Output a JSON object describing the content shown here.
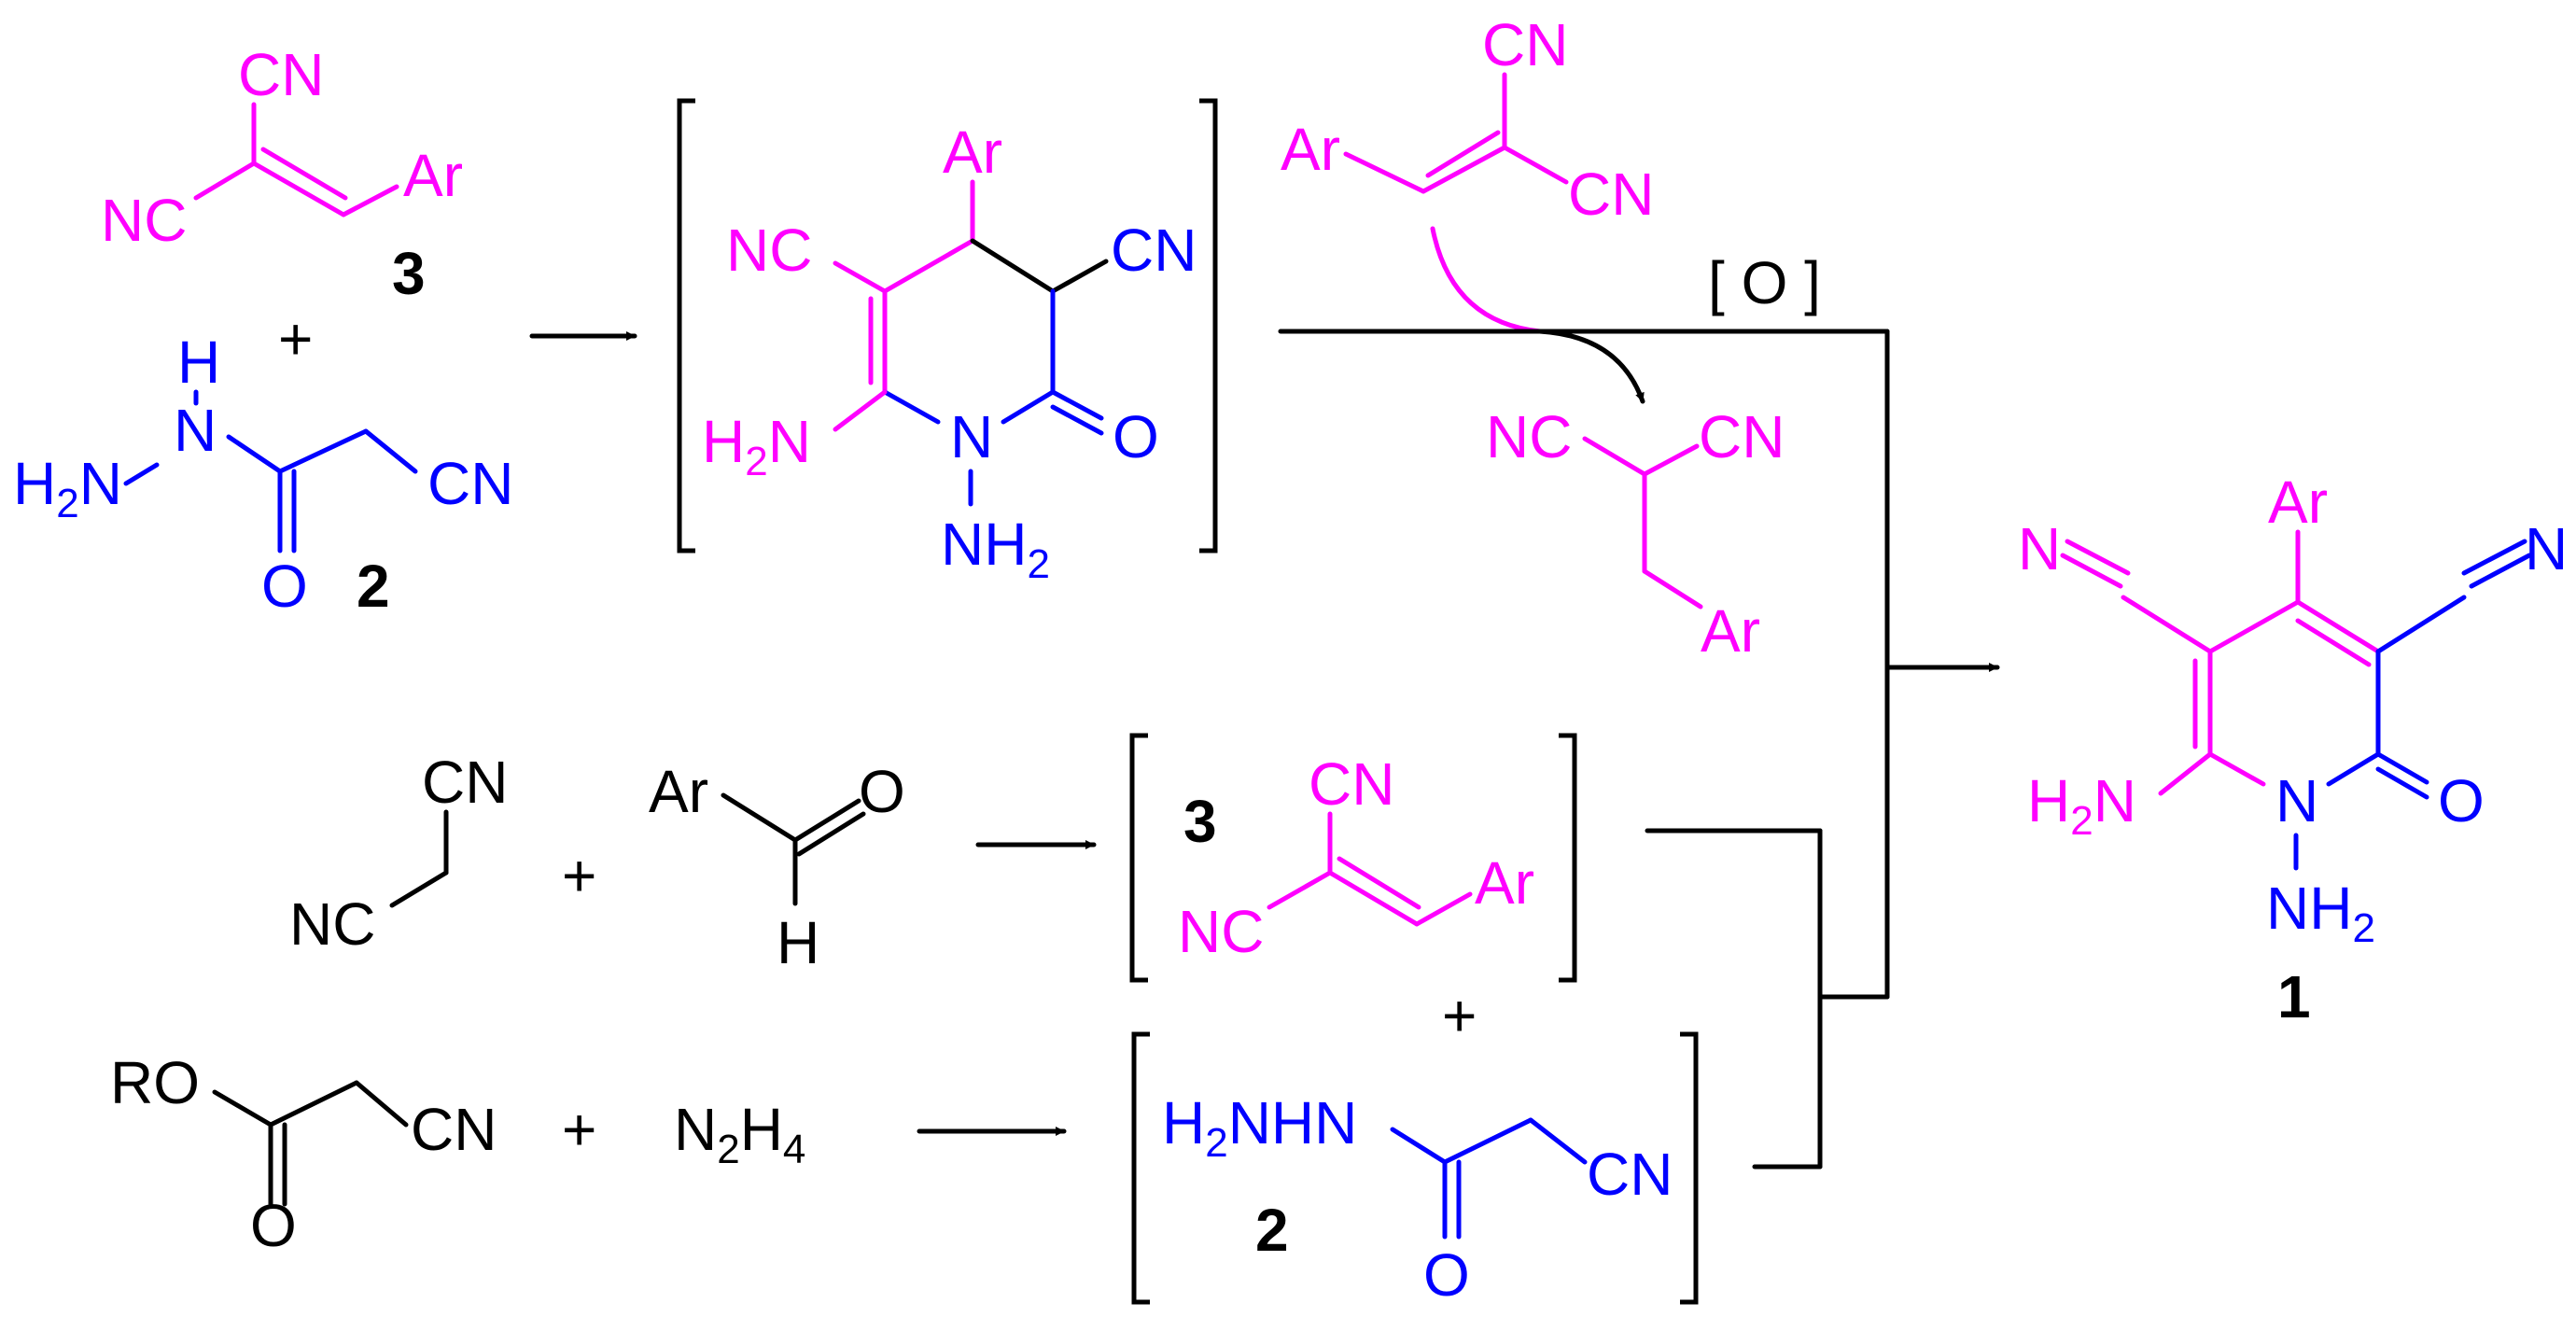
{
  "colors": {
    "reagent_3": "#ff00ff",
    "reagent_2": "#0000ff",
    "neutral": "#000000"
  },
  "labels": {
    "cn": "CN",
    "nc": "NC",
    "ar": "Ar",
    "h": "H",
    "n": "N",
    "o": "O",
    "h2": "H",
    "nh": "NH",
    "num_2": "2",
    "num_4": "4",
    "plus": "+",
    "oxidant": "[ O ]",
    "ro": "RO",
    "nhhn": "HN",
    "compound_1": "1",
    "compound_2": "2",
    "compound_3": "3"
  }
}
